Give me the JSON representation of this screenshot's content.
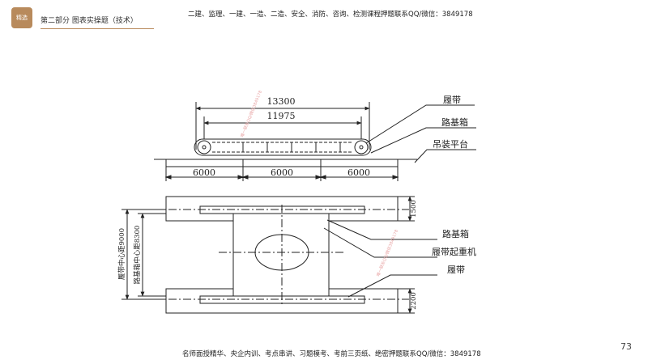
{
  "header": {
    "logo_text": "精选",
    "section_title": "第二部分 图表实操题（技术）",
    "promo_top": "二建、监理、一建、一造、二造、安全、消防、咨询、检测课程押题联系QQ/微信：3849178"
  },
  "footer": {
    "promo_bottom": "名师面授精华、央企内训、考点串讲、习题模考、考前三页纸、绝密押题联系QQ/微信：3849178",
    "page_number": "73"
  },
  "diagram": {
    "elevation": {
      "dim_overall": "13300",
      "dim_inner": "11975",
      "dim_segments": [
        "6000",
        "6000",
        "6000"
      ],
      "labels": {
        "crawler": "履带",
        "road_box": "路基箱",
        "platform": "吊装平台"
      }
    },
    "plan": {
      "dim_track_width": "1500",
      "dim_track_gap": "2200",
      "dim_crawler_center": "履带中心距9000",
      "dim_box_center": "路基箱中心距8300",
      "labels": {
        "road_box": "路基箱",
        "crane": "履带起重机",
        "crawler": "履带"
      }
    },
    "watermarks": [
      "唯一联系QQ/微信3849178",
      "唯一联系QQ/微信3849178"
    ]
  }
}
